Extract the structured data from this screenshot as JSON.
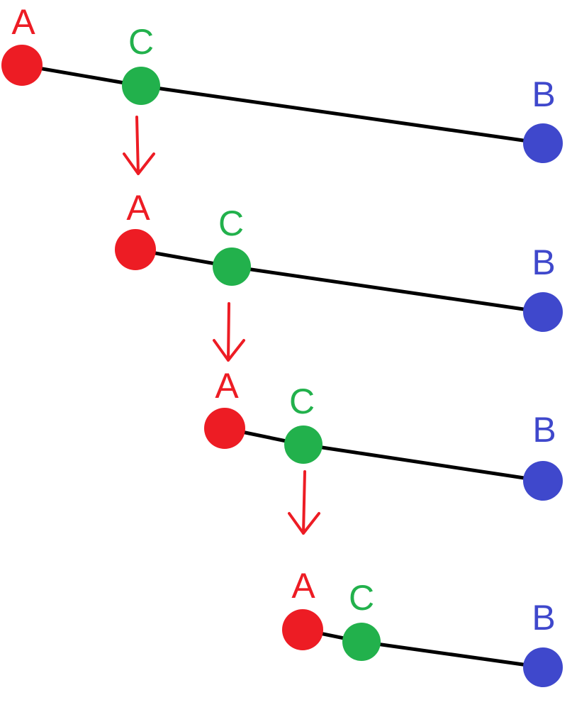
{
  "title": "",
  "colors": {
    "a": "#ED1C24",
    "c": "#22B14C",
    "b": "#3F48CC",
    "line": "#000000",
    "arrow": "#ED1C24"
  },
  "rows": [
    {
      "a_label": "A",
      "c_label": "C",
      "b_label": "B"
    },
    {
      "a_label": "A",
      "c_label": "C",
      "b_label": "B"
    },
    {
      "a_label": "A",
      "c_label": "C",
      "b_label": "B"
    },
    {
      "a_label": "A",
      "c_label": "C",
      "b_label": "B"
    }
  ]
}
